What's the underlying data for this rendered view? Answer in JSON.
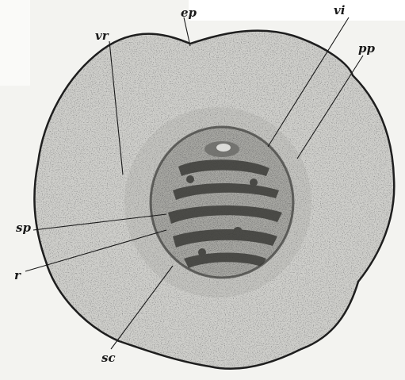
{
  "figure": {
    "labels": {
      "ep": "ep",
      "vi": "vi",
      "pp": "pp",
      "vr": "vr",
      "sp": "sp",
      "r": "r",
      "sc": "sc"
    }
  }
}
